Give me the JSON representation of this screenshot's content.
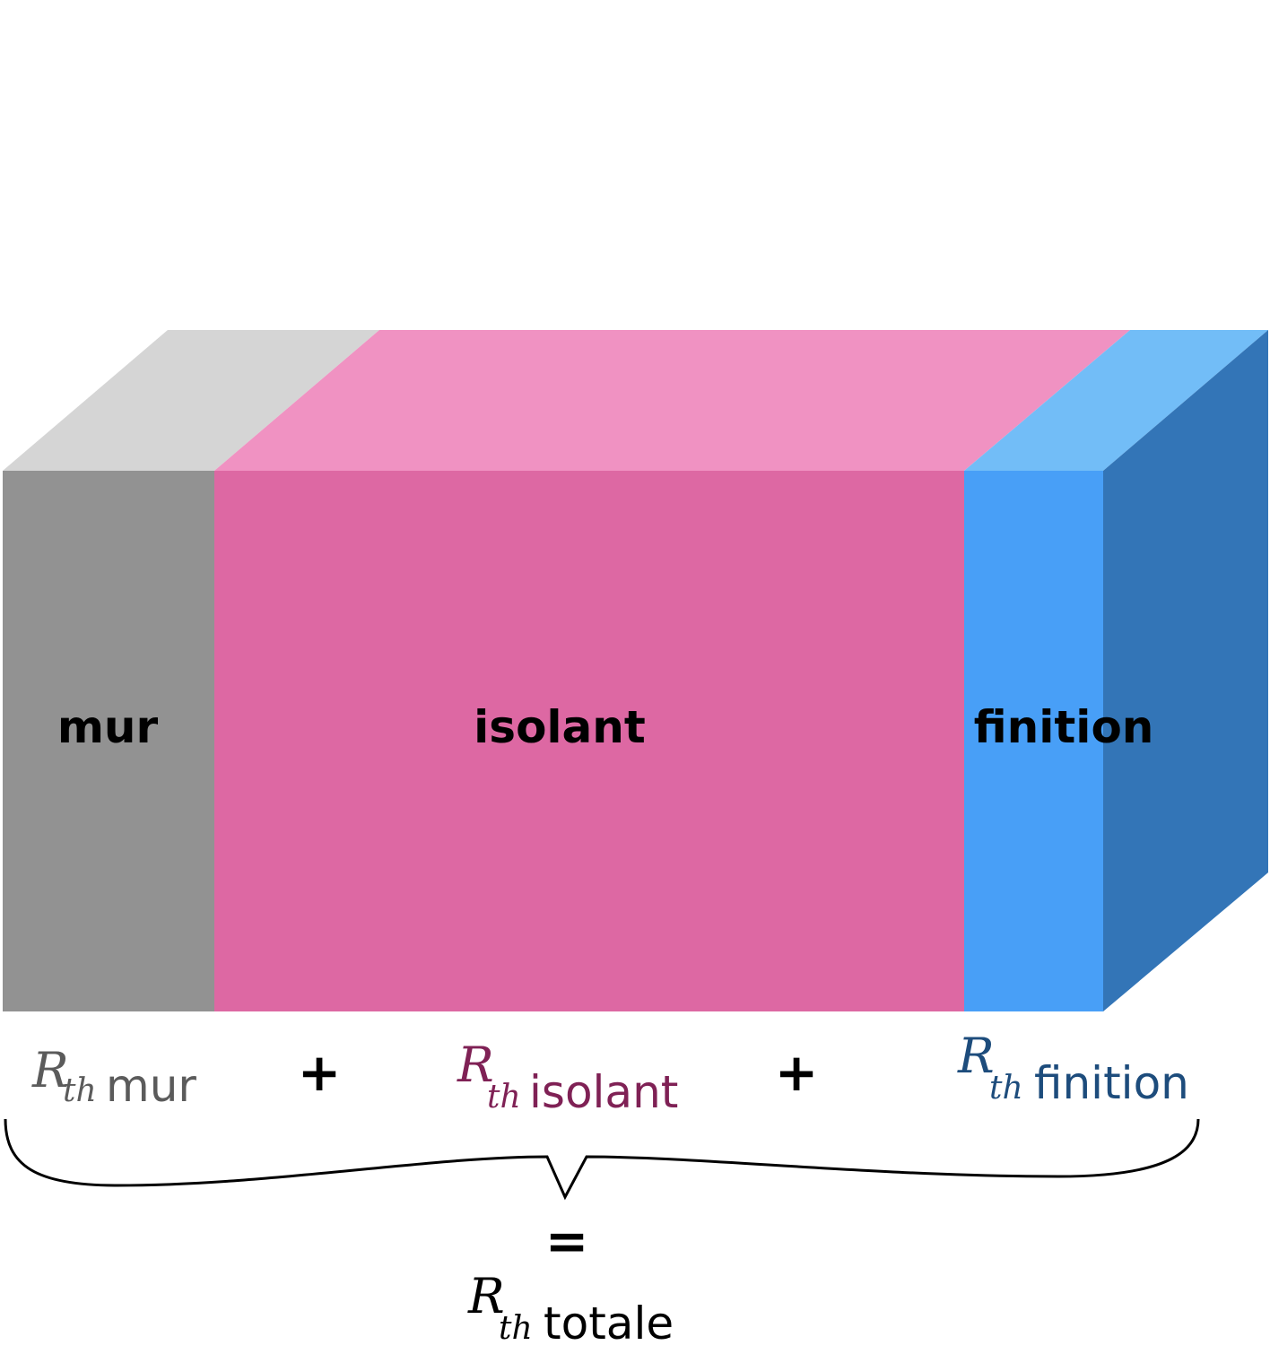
{
  "colors": {
    "mur_front": "#929292",
    "mur_top": "#d5d5d5",
    "isolant_front": "#dd68a3",
    "isolant_top": "#f092c2",
    "finition_front": "#489ff7",
    "finition_top": "#72bdf7",
    "finition_side": "#3375b7",
    "mur_formula": "#5b5b5b",
    "isolant_formula": "#7f2155",
    "finition_formula": "#1d4c7c",
    "text": "#000000"
  },
  "layers": {
    "mur": "mur",
    "isolant": "isolant",
    "finition": "finition"
  },
  "formula": {
    "symbol": "R",
    "subscript": "th",
    "mur_suffix": "mur",
    "isolant_suffix": "isolant",
    "finition_suffix": "finition",
    "plus": "+",
    "equals": "=",
    "total_suffix": "totale"
  }
}
